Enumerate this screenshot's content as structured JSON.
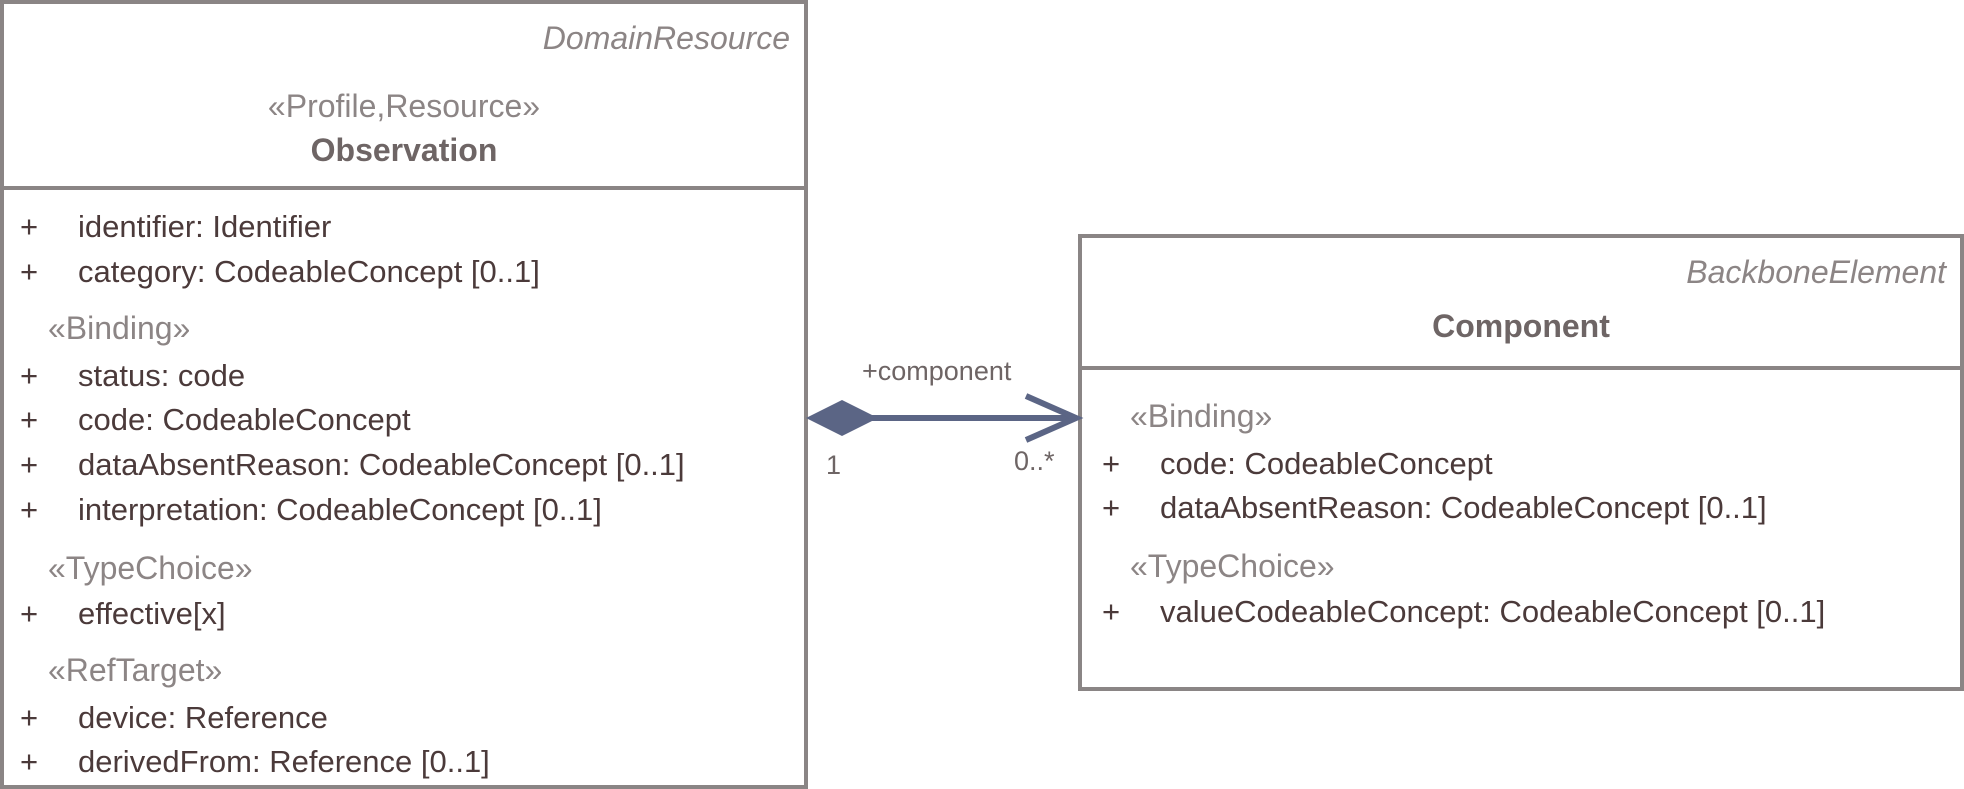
{
  "observation": {
    "parent": "DomainResource",
    "stereotype": "«Profile,Resource»",
    "name": "Observation",
    "groups": [
      {
        "stereotype": "",
        "attributes": [
          {
            "vis": "+",
            "text": "identifier: Identifier"
          },
          {
            "vis": "+",
            "text": "category: CodeableConcept [0..1]"
          }
        ]
      },
      {
        "stereotype": "«Binding»",
        "attributes": [
          {
            "vis": "+",
            "text": "status: code"
          },
          {
            "vis": "+",
            "text": "code: CodeableConcept"
          },
          {
            "vis": "+",
            "text": "dataAbsentReason: CodeableConcept [0..1]"
          },
          {
            "vis": "+",
            "text": "interpretation: CodeableConcept [0..1]"
          }
        ]
      },
      {
        "stereotype": "«TypeChoice»",
        "attributes": [
          {
            "vis": "+",
            "text": "effective[x]"
          }
        ]
      },
      {
        "stereotype": "«RefTarget»",
        "attributes": [
          {
            "vis": "+",
            "text": "device: Reference"
          },
          {
            "vis": "+",
            "text": "derivedFrom: Reference [0..1]"
          }
        ]
      }
    ]
  },
  "component": {
    "parent": "BackboneElement",
    "name": "Component",
    "groups": [
      {
        "stereotype": "«Binding»",
        "attributes": [
          {
            "vis": "+",
            "text": "code: CodeableConcept"
          },
          {
            "vis": "+",
            "text": "dataAbsentReason: CodeableConcept [0..1]"
          }
        ]
      },
      {
        "stereotype": "«TypeChoice»",
        "attributes": [
          {
            "vis": "+",
            "text": "valueCodeableConcept: CodeableConcept [0..1]"
          }
        ]
      }
    ]
  },
  "association": {
    "role": "+component",
    "source_multiplicity": "1",
    "target_multiplicity": "0..*",
    "line_color": "#5b6585"
  }
}
